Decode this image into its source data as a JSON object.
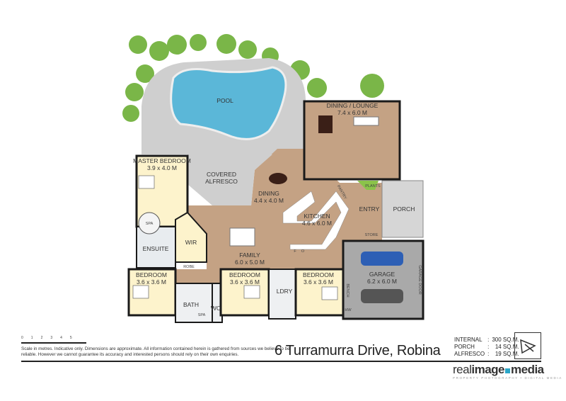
{
  "address": "6 Turramurra Drive, Robina",
  "disclaimer": "Scale in metres.  Indicative only.  Dimensions are approximate.  All information contained herein is gathered from sources we believe to be reliable.  However we cannot guarantee its accuracy and interested persons should rely on their own enquiries.",
  "scale_ticks": [
    "0",
    "1",
    "2",
    "3",
    "4",
    "5"
  ],
  "areas": [
    {
      "label": "INTERNAL",
      "value": "300 SQ.M."
    },
    {
      "label": "PORCH",
      "value": "14 SQ.M."
    },
    {
      "label": "ALFRESCO",
      "value": "19 SQ.M."
    }
  ],
  "brand": {
    "part1": "real",
    "part2": "image",
    "part3": "media",
    "tagline": "PROPERTY PHOTOGRAPHY • DIGITAL MEDIA"
  },
  "rooms": {
    "pool": {
      "name": "POOL"
    },
    "dining_lounge": {
      "name": "DINING / LOUNGE",
      "dims": "7.4 x 6.0 M"
    },
    "master": {
      "name": "MASTER BEDROOM",
      "dims": "3.9 x 4.0 M"
    },
    "alfresco": {
      "name": "COVERED",
      "name2": "ALFRESCO"
    },
    "dining": {
      "name": "DINING",
      "dims": "4.4 x 4.0 M"
    },
    "kitchen": {
      "name": "KITCHEN",
      "dims": "4.6 x 6.0 M"
    },
    "family": {
      "name": "FAMILY",
      "dims": "6.0 x 5.0 M"
    },
    "entry": {
      "name": "ENTRY"
    },
    "porch": {
      "name": "PORCH"
    },
    "garage": {
      "name": "GARAGE",
      "dims": "6.2 x 6.0 M"
    },
    "ensuite": {
      "name": "ENSUITE"
    },
    "wir": {
      "name": "WIR"
    },
    "bed1": {
      "name": "BEDROOM",
      "dims": "3.6 x 3.6 M"
    },
    "bed2": {
      "name": "BEDROOM",
      "dims": "3.6 x 3.6 M"
    },
    "bed3": {
      "name": "BEDROOM",
      "dims": "3.6 x 3.6 M"
    },
    "bath": {
      "name": "BATH"
    },
    "wc": {
      "name": "WC"
    },
    "ldry": {
      "name": "LDRY"
    }
  },
  "small_labels": {
    "spa": "SPA",
    "robe": "ROBE",
    "store": "STORE",
    "pantry": "PANTRY",
    "plants": "PLANTS",
    "bench": "BENCH",
    "garage_door": "GARAGE DOOR",
    "hw": "HW",
    "f": "F",
    "o": "O"
  },
  "colors": {
    "tan": "#c4a284",
    "yellow": "#fdf3cc",
    "grey": "#cfcfcf",
    "garage": "#a9a9a9",
    "pool": "#5bb7d8",
    "wall": "#1a1a1a",
    "tree": "#7ab648"
  }
}
